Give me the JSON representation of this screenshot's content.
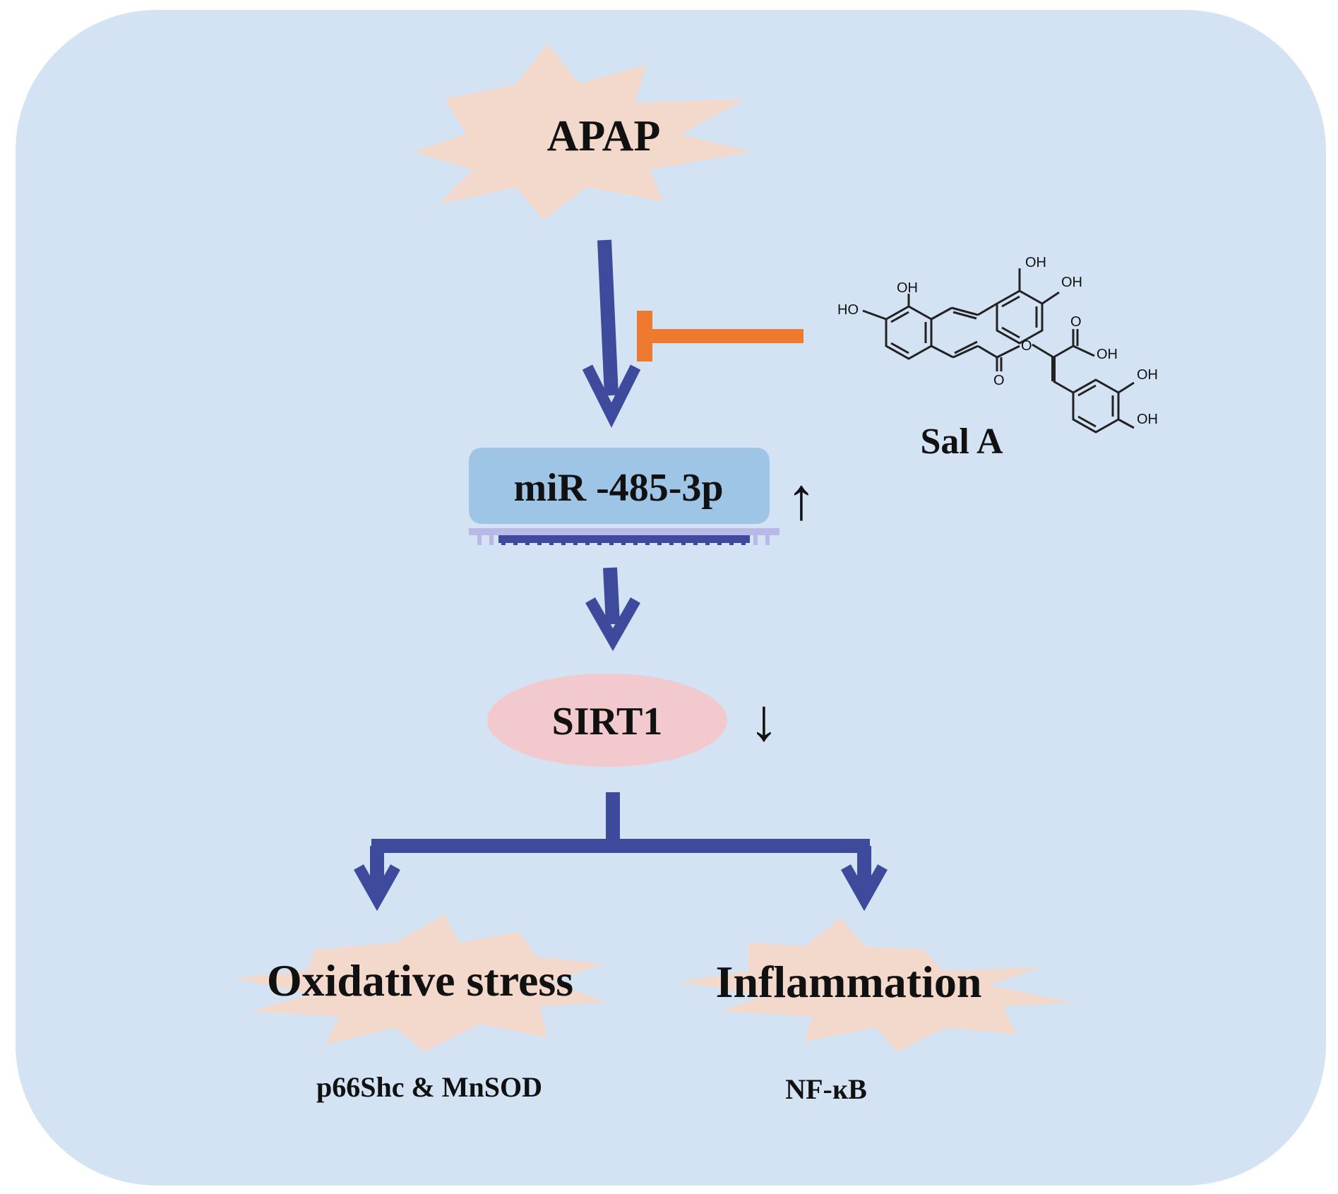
{
  "nodes": {
    "apap": {
      "label": "APAP"
    },
    "mirna": {
      "label": "miR -485-3p",
      "change": "↑"
    },
    "sirt1": {
      "label": "SIRT1",
      "change": "↓"
    },
    "inhibitor": {
      "label": "Sal A"
    },
    "oxidative": {
      "label": "Oxidative stress",
      "markers": "p66Shc & MnSOD"
    },
    "inflammation": {
      "label": "Inflammation",
      "markers": "NF-ĸB"
    }
  },
  "chemical_structure": {
    "groups": [
      "OH",
      "OH",
      "HO",
      "OH",
      "OH",
      "OH",
      "OH",
      "O",
      "O",
      "O"
    ]
  },
  "colors": {
    "panel": "#d3e3f4",
    "arrow": "#3e4a9c",
    "inhibit": "#ee7a2f",
    "burst": "#f2d9cc",
    "mirna_box": "#9ec4e6",
    "sirt1_ellipse": "#f2c9cc"
  }
}
